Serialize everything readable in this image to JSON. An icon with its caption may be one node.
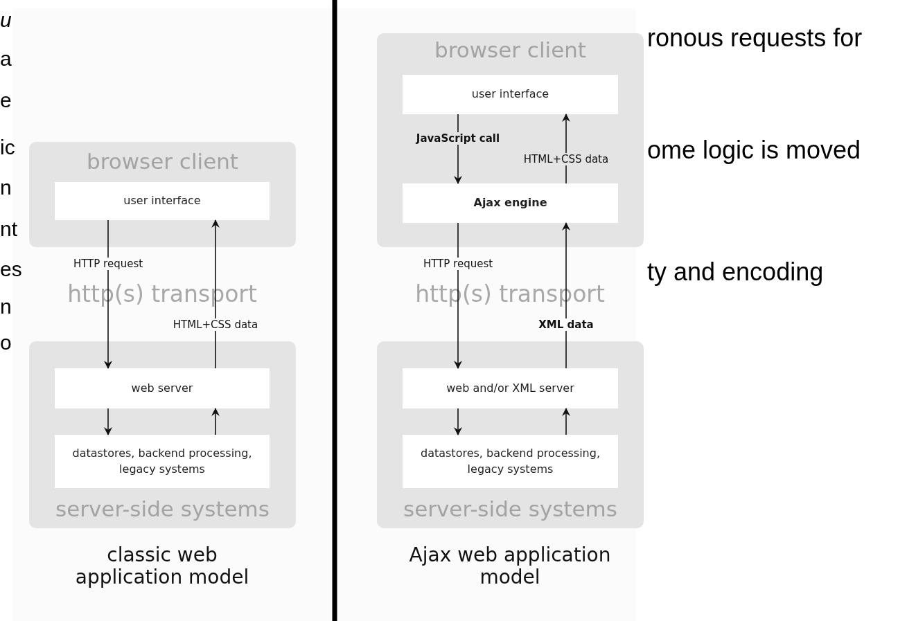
{
  "diagram": {
    "nodes": [
      {
        "text": [
          "browser client"
        ]
      },
      {
        "text": [
          "user interface"
        ],
        "in": 0
      },
      {
        "text": [
          "server-side systems"
        ]
      },
      {
        "text": [
          "web server"
        ],
        "in": 2
      },
      {
        "text": [
          "datastores, backend processing, legacy systems"
        ],
        "in": 2
      },
      {
        "text": [
          "browser client"
        ]
      },
      {
        "text": [
          "user interface"
        ],
        "in": 5
      },
      {
        "text": [
          "Ajax engine"
        ],
        "in": 5
      },
      {
        "text": [
          "server-side systems"
        ]
      },
      {
        "text": [
          "web and/or XML server"
        ],
        "in": 8
      },
      {
        "text": [
          "datastores, backend processing, legacy systems"
        ],
        "in": 8
      }
    ],
    "edges": [
      {
        "from": 1,
        "to": 3,
        "arrow": "to",
        "label": "HTTP request"
      },
      {
        "from": 3,
        "to": 1,
        "arrow": "to",
        "label": "HTML+CSS data"
      },
      {
        "from": 3,
        "to": 4,
        "arrow": "to"
      },
      {
        "from": 4,
        "to": 3,
        "arrow": "to"
      },
      {
        "from": 6,
        "to": 7,
        "arrow": "to",
        "label": "JavaScript call"
      },
      {
        "from": 7,
        "to": 6,
        "arrow": "to",
        "label": "HTML+CSS data"
      },
      {
        "from": 7,
        "to": 9,
        "arrow": "to",
        "label": "HTTP request"
      },
      {
        "from": 9,
        "to": 7,
        "arrow": "to",
        "label": "XML data"
      },
      {
        "from": 9,
        "to": 10,
        "arrow": "to"
      },
      {
        "from": 10,
        "to": 9,
        "arrow": "to"
      }
    ],
    "labels": [
      "u",
      "ronous requests for",
      "a",
      "e",
      "ic",
      "ome logic is moved",
      "n",
      "nt",
      "es",
      "ty and encoding",
      "http(s) transport",
      "http(s) transport",
      "n",
      "o",
      "classic web application model",
      "Ajax web application model"
    ]
  }
}
